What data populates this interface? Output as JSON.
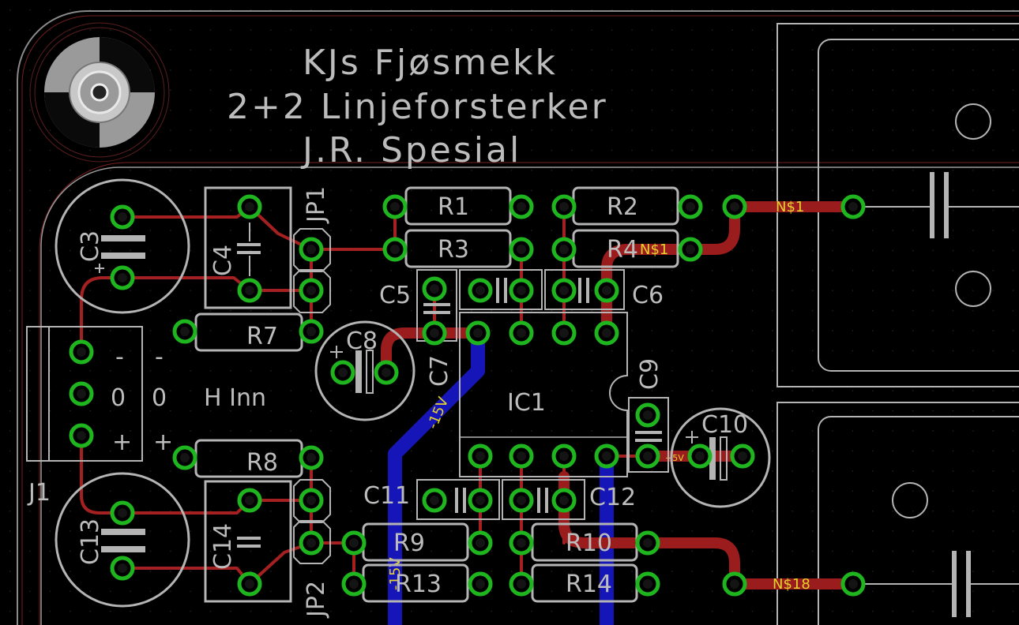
{
  "title": {
    "line1": "KJs Fjøsmekk",
    "line2": "2+2 Linjeforsterker",
    "line3": "J.R. Spesial"
  },
  "connector": {
    "name": "J1",
    "minus": "-",
    "zero": "0",
    "plus": "+",
    "label": "H Inn"
  },
  "components": {
    "R1": "R1",
    "R2": "R2",
    "R3": "R3",
    "R4": "R4",
    "R7": "R7",
    "R8": "R8",
    "R9": "R9",
    "R10": "R10",
    "R13": "R13",
    "R14": "R14",
    "C3": "C3",
    "C4": "C4",
    "C5": "C5",
    "C6": "C6",
    "C7": "C7",
    "C8": "C8",
    "C9": "C9",
    "C10": "C10",
    "C11": "C11",
    "C12": "C12",
    "C13": "C13",
    "C14": "C14",
    "IC1": "IC1",
    "JP1": "JP1",
    "JP2": "JP2"
  },
  "nets": {
    "n1a": "N$1",
    "n1b": "N$1",
    "n18": "N$18",
    "m15": "-15V",
    "p15": "-15V",
    "p15v": "+5V"
  },
  "colors": {
    "background": "#000000",
    "silkscreen": "#b4b4b4",
    "pad": "#1fb51f",
    "top_trace": "#9a1c1c",
    "bottom_trace": "#1616b8",
    "net_label": "#e6d22e"
  }
}
